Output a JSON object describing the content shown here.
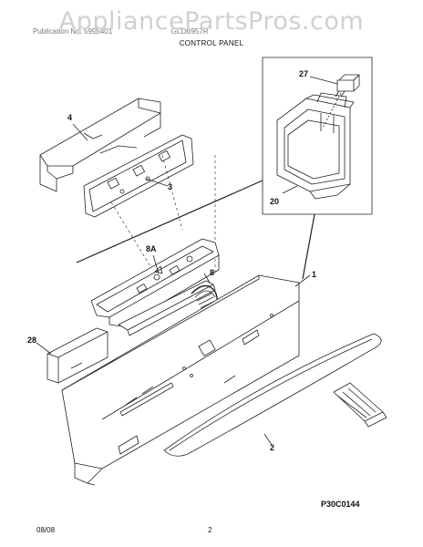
{
  "watermark": "AppliancePartsPros.com",
  "header": {
    "left": "Publication No. 5995401",
    "right": "GLDB957R"
  },
  "title": "CONTROL PANEL",
  "labels": {
    "p27": "27",
    "p20": "20",
    "p4": "4",
    "p3": "3",
    "p8a": "8A",
    "p8": "8",
    "p1": "1",
    "p28": "28",
    "p2": "2"
  },
  "diagram_code": "P30C0144",
  "footer": {
    "date": "08/08",
    "page": "2"
  }
}
